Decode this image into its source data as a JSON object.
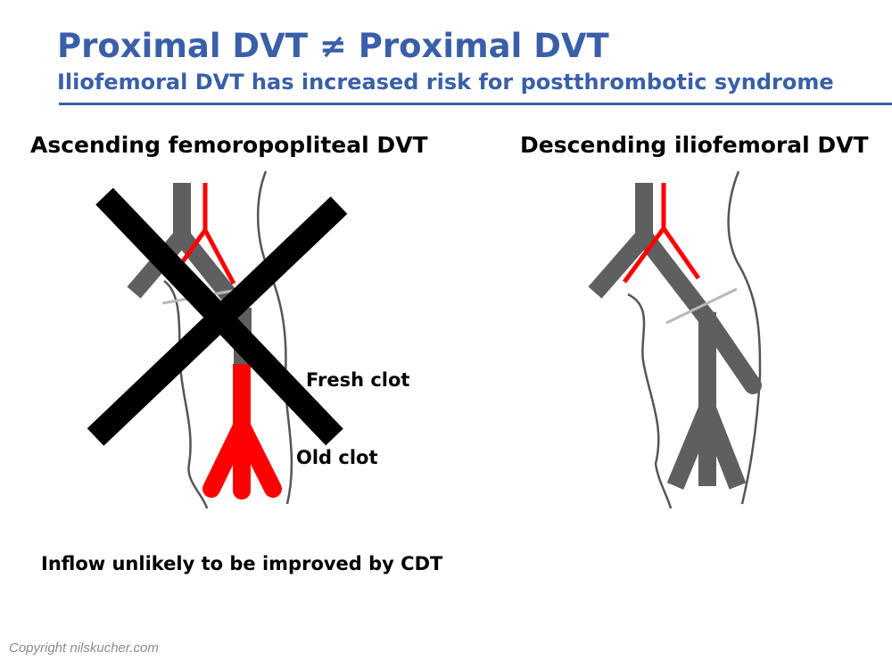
{
  "title": "Proximal DVT ≠ Proximal DVT",
  "subtitle": "Iliofemoral DVT has increased risk for postthrombotic syndrome",
  "left_panel": {
    "heading": "Ascending femoropopliteal DVT",
    "fresh_clot_label": "Fresh clot",
    "old_clot_label": "Old clot",
    "note": "Inflow unlikely to be improved by CDT"
  },
  "right_panel": {
    "heading": "Descending iliofemoral DVT"
  },
  "copyright": "Copyright nilskucher.com",
  "colors": {
    "title": "#3a5fa8",
    "vein_gray": "#5f5f61",
    "artery_red": "#ff0000",
    "cross": "#000000",
    "outline": "#555555"
  }
}
